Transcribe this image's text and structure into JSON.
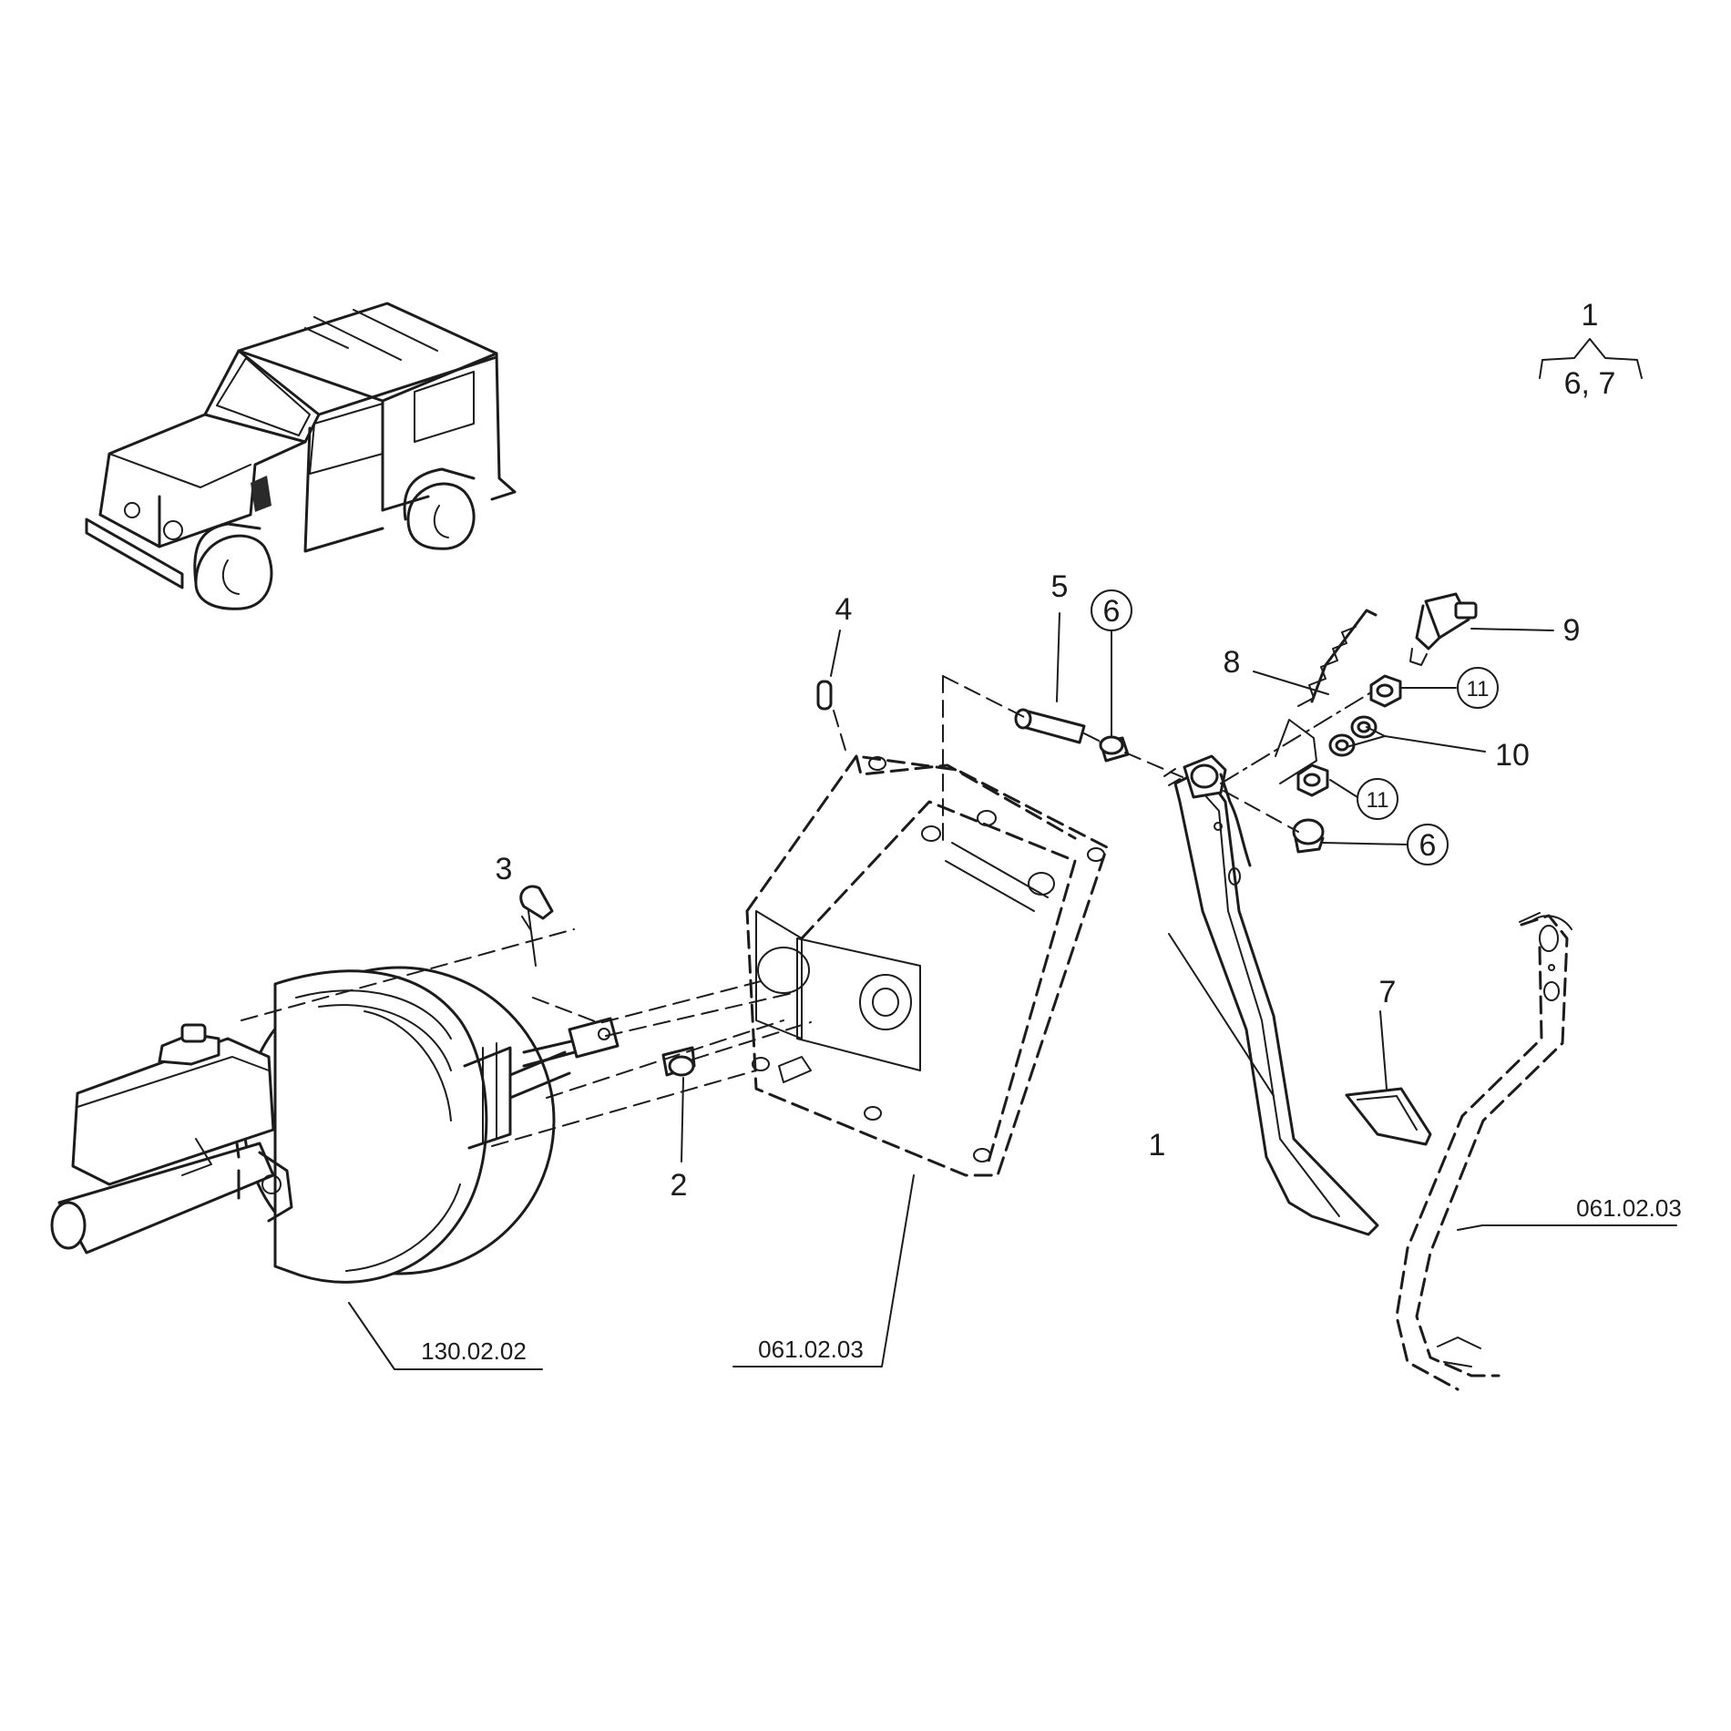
{
  "callouts": {
    "c1": "1",
    "c2": "2",
    "c3": "3",
    "c4": "4",
    "c5": "5",
    "c6a": "6",
    "c6b": "6",
    "c7": "7",
    "c8": "8",
    "c9": "9",
    "c10": "10",
    "c11a": "11",
    "c11b": "11"
  },
  "kit_note": {
    "top": "1",
    "bottom": "6, 7"
  },
  "references": {
    "booster": "130.02.02",
    "bracket": "061.02.03",
    "pedal_assembly": "061.02.03"
  }
}
